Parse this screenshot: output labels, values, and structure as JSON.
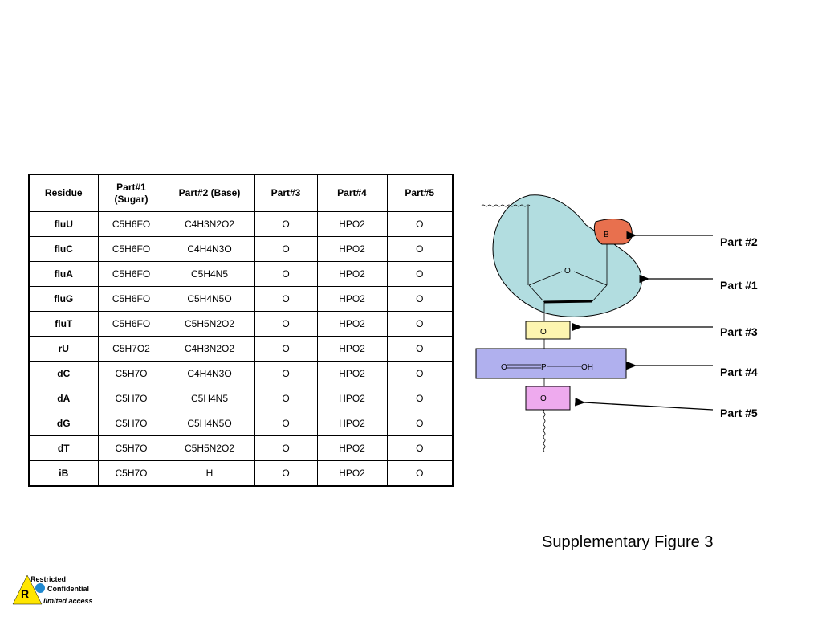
{
  "table": {
    "headers": [
      "Residue",
      "Part#1\n(Sugar)",
      "Part#2 (Base)",
      "Part#3",
      "Part#4",
      "Part#5"
    ],
    "rows": [
      [
        "fluU",
        "C5H6FO",
        "C4H3N2O2",
        "O",
        "HPO2",
        "O"
      ],
      [
        "fluC",
        "C5H6FO",
        "C4H4N3O",
        "O",
        "HPO2",
        "O"
      ],
      [
        "fluA",
        "C5H6FO",
        "C5H4N5",
        "O",
        "HPO2",
        "O"
      ],
      [
        "fluG",
        "C5H6FO",
        "C5H4N5O",
        "O",
        "HPO2",
        "O"
      ],
      [
        "fluT",
        "C5H6FO",
        "C5H5N2O2",
        "O",
        "HPO2",
        "O"
      ],
      [
        "rU",
        "C5H7O2",
        "C4H3N2O2",
        "O",
        "HPO2",
        "O"
      ],
      [
        "dC",
        "C5H7O",
        "C4H4N3O",
        "O",
        "HPO2",
        "O"
      ],
      [
        "dA",
        "C5H7O",
        "C5H4N5",
        "O",
        "HPO2",
        "O"
      ],
      [
        "dG",
        "C5H7O",
        "C5H4N5O",
        "O",
        "HPO2",
        "O"
      ],
      [
        "dT",
        "C5H7O",
        "C5H5N2O2",
        "O",
        "HPO2",
        "O"
      ],
      [
        "iB",
        "C5H7O",
        "H",
        "O",
        "HPO2",
        "O"
      ]
    ]
  },
  "diagram": {
    "base_label": "B",
    "ring_oxygen": "O",
    "part3_label": "O",
    "phosphate": {
      "left": "O",
      "center": "P",
      "right": "OH"
    },
    "part5_label": "O",
    "part_labels": [
      "Part #2",
      "Part #1",
      "Part #3",
      "Part #4",
      "Part #5"
    ],
    "colors": {
      "sugar": "#b2dde0",
      "base": "#e8704e",
      "part3": "#fdf5b0",
      "part4": "#b0b0ee",
      "part5": "#eeaaee"
    }
  },
  "caption": "Supplementary Figure 3",
  "badge": {
    "letter": "R",
    "line1": "Restricted",
    "line2": "Confidential",
    "line3": "limited access"
  }
}
